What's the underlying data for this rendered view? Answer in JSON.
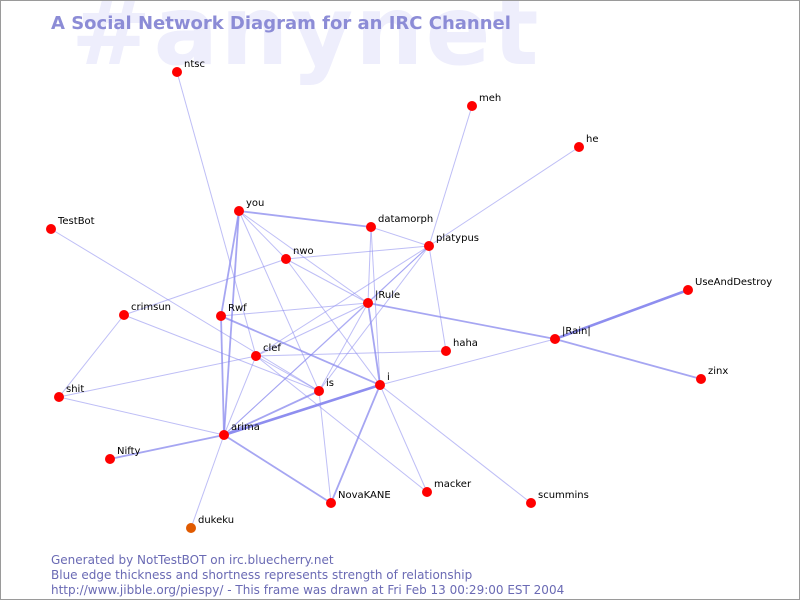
{
  "watermark": "#anynet",
  "title": "A Social Network Diagram for an IRC Channel",
  "colors": {
    "edge": "#8888ee",
    "node": "#ff0000",
    "node_special": "#e05a00",
    "text_accent": "#8c8cd6"
  },
  "nodes": [
    {
      "id": "ntsc",
      "label": "ntsc"
    },
    {
      "id": "meh",
      "label": "meh"
    },
    {
      "id": "he",
      "label": "he"
    },
    {
      "id": "you",
      "label": "you"
    },
    {
      "id": "datamorph",
      "label": "datamorph"
    },
    {
      "id": "TestBot",
      "label": "TestBot"
    },
    {
      "id": "platypus",
      "label": "platypus"
    },
    {
      "id": "nwo",
      "label": "nwo"
    },
    {
      "id": "UseAndDestroy",
      "label": "UseAndDestroy"
    },
    {
      "id": "crimsun",
      "label": "crimsun"
    },
    {
      "id": "Rwf",
      "label": "Rwf"
    },
    {
      "id": "IRule",
      "label": "|Rule"
    },
    {
      "id": "IRainI",
      "label": "|Rain|"
    },
    {
      "id": "clef",
      "label": "clef"
    },
    {
      "id": "haha",
      "label": "haha"
    },
    {
      "id": "zinx",
      "label": "zinx"
    },
    {
      "id": "shit",
      "label": "shit"
    },
    {
      "id": "is",
      "label": "is"
    },
    {
      "id": "i",
      "label": "i"
    },
    {
      "id": "arima",
      "label": "arima"
    },
    {
      "id": "Nifty",
      "label": "Nifty"
    },
    {
      "id": "macker",
      "label": "macker"
    },
    {
      "id": "NovaKANE",
      "label": "NovaKANE"
    },
    {
      "id": "scummins",
      "label": "scummins"
    },
    {
      "id": "dukeku",
      "label": "dukeku"
    }
  ],
  "edges": [
    {
      "from": "ntsc",
      "to": "clef",
      "weight": 1
    },
    {
      "from": "meh",
      "to": "platypus",
      "weight": 1
    },
    {
      "from": "he",
      "to": "platypus",
      "weight": 1
    },
    {
      "from": "you",
      "to": "datamorph",
      "weight": 2
    },
    {
      "from": "you",
      "to": "Rwf",
      "weight": 2
    },
    {
      "from": "you",
      "to": "nwo",
      "weight": 1
    },
    {
      "from": "you",
      "to": "IRule",
      "weight": 1
    },
    {
      "from": "you",
      "to": "arima",
      "weight": 2
    },
    {
      "from": "you",
      "to": "is",
      "weight": 1
    },
    {
      "from": "datamorph",
      "to": "IRule",
      "weight": 1
    },
    {
      "from": "datamorph",
      "to": "i",
      "weight": 1
    },
    {
      "from": "datamorph",
      "to": "platypus",
      "weight": 1
    },
    {
      "from": "TestBot",
      "to": "is",
      "weight": 1
    },
    {
      "from": "platypus",
      "to": "nwo",
      "weight": 1
    },
    {
      "from": "platypus",
      "to": "clef",
      "weight": 1
    },
    {
      "from": "platypus",
      "to": "arima",
      "weight": 1
    },
    {
      "from": "platypus",
      "to": "haha",
      "weight": 1
    },
    {
      "from": "platypus",
      "to": "IRule",
      "weight": 1
    },
    {
      "from": "platypus",
      "to": "is",
      "weight": 1
    },
    {
      "from": "nwo",
      "to": "crimsun",
      "weight": 1
    },
    {
      "from": "nwo",
      "to": "IRule",
      "weight": 1
    },
    {
      "from": "nwo",
      "to": "i",
      "weight": 1
    },
    {
      "from": "UseAndDestroy",
      "to": "IRainI",
      "weight": 3
    },
    {
      "from": "crimsun",
      "to": "shit",
      "weight": 1
    },
    {
      "from": "crimsun",
      "to": "is",
      "weight": 1
    },
    {
      "from": "Rwf",
      "to": "IRule",
      "weight": 1
    },
    {
      "from": "Rwf",
      "to": "arima",
      "weight": 2
    },
    {
      "from": "Rwf",
      "to": "i",
      "weight": 2
    },
    {
      "from": "IRule",
      "to": "IRainI",
      "weight": 2
    },
    {
      "from": "IRule",
      "to": "clef",
      "weight": 1
    },
    {
      "from": "IRule",
      "to": "is",
      "weight": 1
    },
    {
      "from": "IRule",
      "to": "i",
      "weight": 2
    },
    {
      "from": "IRule",
      "to": "arima",
      "weight": 1
    },
    {
      "from": "IRainI",
      "to": "zinx",
      "weight": 2
    },
    {
      "from": "IRainI",
      "to": "i",
      "weight": 1
    },
    {
      "from": "clef",
      "to": "haha",
      "weight": 1
    },
    {
      "from": "clef",
      "to": "shit",
      "weight": 1
    },
    {
      "from": "clef",
      "to": "is",
      "weight": 1
    },
    {
      "from": "clef",
      "to": "arima",
      "weight": 1
    },
    {
      "from": "clef",
      "to": "macker",
      "weight": 1
    },
    {
      "from": "shit",
      "to": "arima",
      "weight": 1
    },
    {
      "from": "is",
      "to": "arima",
      "weight": 2
    },
    {
      "from": "is",
      "to": "NovaKANE",
      "weight": 1
    },
    {
      "from": "i",
      "to": "arima",
      "weight": 3
    },
    {
      "from": "i",
      "to": "NovaKANE",
      "weight": 2
    },
    {
      "from": "i",
      "to": "macker",
      "weight": 1
    },
    {
      "from": "i",
      "to": "scummins",
      "weight": 1
    },
    {
      "from": "arima",
      "to": "Nifty",
      "weight": 2
    },
    {
      "from": "arima",
      "to": "NovaKANE",
      "weight": 2
    },
    {
      "from": "arima",
      "to": "dukeku",
      "weight": 1
    }
  ],
  "footer": {
    "line1": "Generated by NotTestBOT on irc.bluecherry.net",
    "line2": "Blue edge thickness and shortness represents strength of relationship",
    "line3": "http://www.jibble.org/piespy/ - This frame was drawn at Fri Feb 13 00:29:00 EST 2004"
  }
}
